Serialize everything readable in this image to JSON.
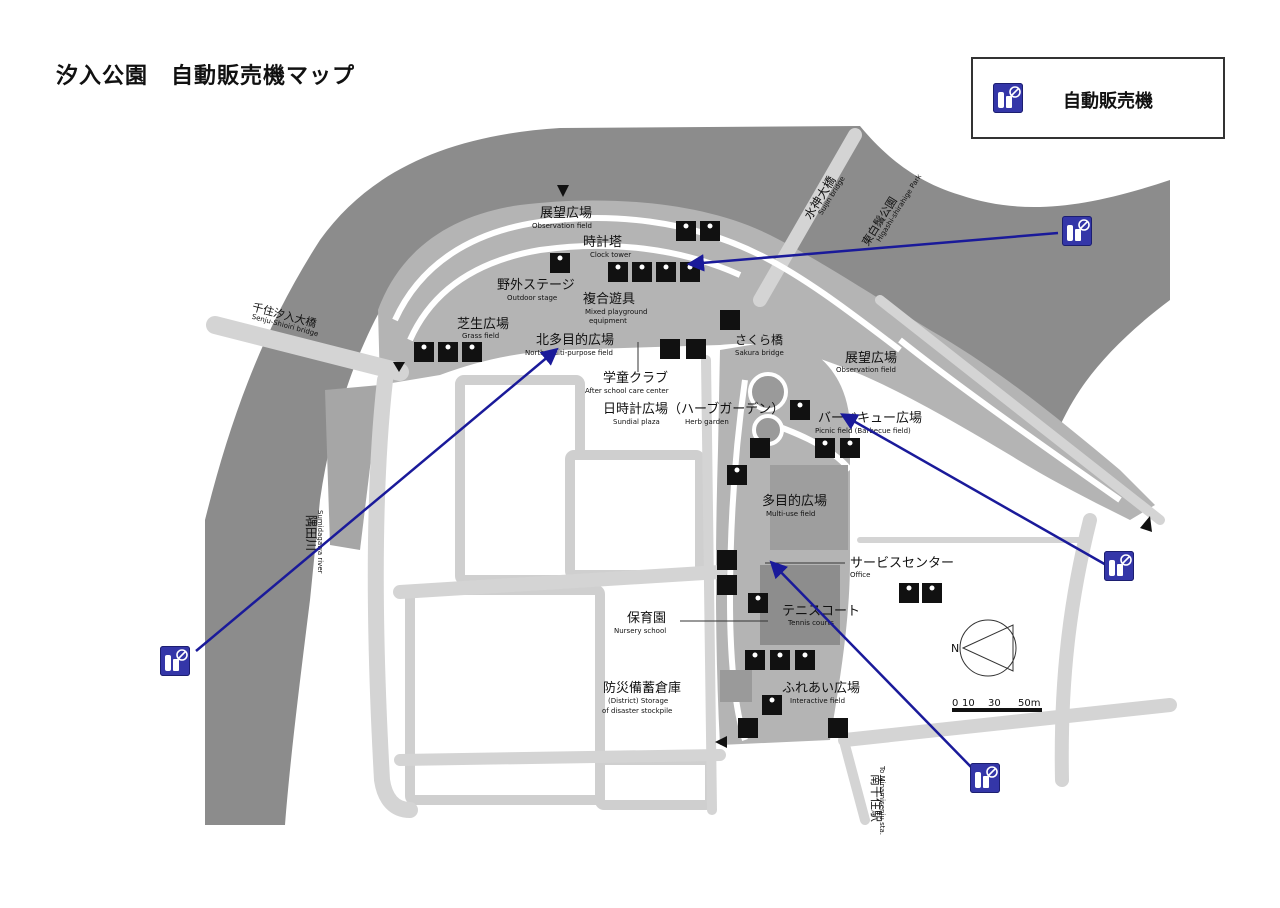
{
  "title": "汐入公園　自動販売機マップ",
  "legend": {
    "icon": "vending-machine-icon",
    "label": "自動販売機"
  },
  "colors": {
    "vending_marker": "#3436a8",
    "arrow": "#1a1a9a",
    "river": "#8c8c8c",
    "park_area": "#b4b4b4",
    "road": "#d8d8d8"
  },
  "map": {
    "bridges": {
      "suijin": "水神大橋",
      "suijin_en": "Suijin bridge",
      "senju": "千住汐入大橋",
      "senju_en": "Senju-Shioiri bridge",
      "sakura": "さくら橋",
      "sakura_en": "Sakura bridge"
    },
    "river": {
      "name": "隅田川",
      "name_en": "Sumidagawa river"
    },
    "park_to": {
      "label": "東白鬚公園",
      "label_en": "Higashi-shirahige Park"
    },
    "station": {
      "label": "南千住駅",
      "label_en": "To Minamisenju sta."
    },
    "places": {
      "observation_nw": {
        "ja": "展望広場",
        "en": "Observation field"
      },
      "clock_tower": {
        "ja": "時計塔",
        "en": "Clock tower"
      },
      "outdoor_stage": {
        "ja": "野外ステージ",
        "en": "Outdoor stage"
      },
      "playground": {
        "ja": "複合遊具",
        "en1": "Mixed playground",
        "en2": "equipment"
      },
      "grass_field": {
        "ja": "芝生広場",
        "en": "Grass field"
      },
      "north_multi": {
        "ja": "北多目的広場",
        "en": "North multi-purpose field"
      },
      "after_school": {
        "ja": "学童クラブ",
        "en": "After school care center"
      },
      "sundial": {
        "ja": "日時計広場（ハーブガーデン）",
        "en1": "Sundial plaza",
        "en2": "Herb garden"
      },
      "observation_e": {
        "ja": "展望広場",
        "en": "Observation field"
      },
      "barbecue": {
        "ja": "バーベキュー広場",
        "en": "Picnic field (Barbecue field)"
      },
      "multi_use": {
        "ja": "多目的広場",
        "en": "Multi-use field"
      },
      "service_center": {
        "ja": "サービスセンター",
        "en": "Office"
      },
      "tennis": {
        "ja": "テニスコート",
        "en": "Tennis courts"
      },
      "nursery": {
        "ja": "保育園",
        "en": "Nursery school"
      },
      "storage": {
        "ja": "防災備蓄倉庫",
        "en1": "(District) Storage",
        "en2": "of disaster stockpile"
      },
      "interactive": {
        "ja": "ふれあい広場",
        "en": "Interactive field"
      }
    },
    "compass": "N",
    "scale": {
      "labels": [
        "0",
        "10",
        "30",
        "50m"
      ]
    }
  }
}
